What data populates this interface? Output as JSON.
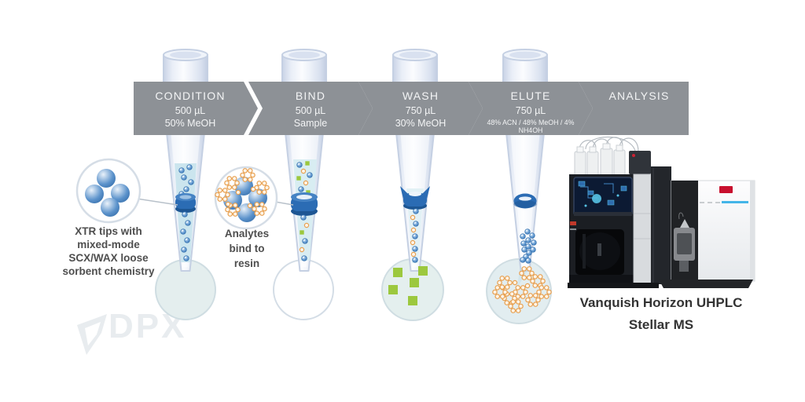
{
  "workflow": {
    "steps": [
      {
        "id": "condition",
        "title": "CONDITION",
        "line1": "500 µL",
        "line2": "50% MeOH"
      },
      {
        "id": "bind",
        "title": "BIND",
        "line1": "500 µL",
        "line2": "Sample"
      },
      {
        "id": "wash",
        "title": "WASH",
        "line1": "750 µL",
        "line2": "30% MeOH"
      },
      {
        "id": "elute",
        "title": "ELUTE",
        "line1": "750 µL",
        "line2": "48% ACN / 48% MeOH / 4% NH4OH"
      },
      {
        "id": "analysis",
        "title": "ANALYSIS",
        "line1": "",
        "line2": ""
      }
    ]
  },
  "callouts": {
    "sorbent": {
      "lines": [
        "XTR tips with",
        "mixed-mode",
        "SCX/WAX loose",
        "sorbent chemistry"
      ]
    },
    "analytes": {
      "lines": [
        "Analytes",
        "bind to",
        "resin"
      ]
    }
  },
  "instrument": {
    "caption_line1": "Vanquish Horizon UHPLC",
    "caption_line2": "Stellar MS"
  },
  "watermark": {
    "text": "DPX"
  },
  "colors": {
    "banner_gray": "#8d9196",
    "resin_ring_blue": "#2b6cb4",
    "bead_blue": "#4a86c8",
    "wash_green": "#9cc83e",
    "analyte_orange": "#e8a050",
    "drop_circle_fill": "#e4eeee",
    "tip_outline": "#c5d0e3",
    "caption_text": "#333333",
    "ms_accent_red": "#c8102e",
    "ms_accent_cyan": "#43b5e8"
  }
}
